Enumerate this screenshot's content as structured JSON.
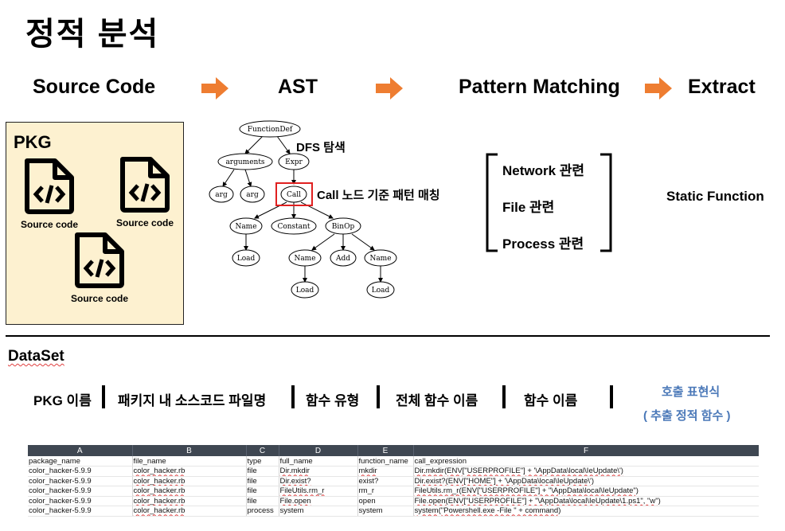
{
  "title": "정적 분석",
  "pipeline": {
    "steps": [
      "Source Code",
      "AST",
      "Pattern Matching",
      "Extract"
    ]
  },
  "pkg": {
    "title": "PKG",
    "files": [
      "Source code",
      "Source code",
      "Source code"
    ]
  },
  "ast": {
    "nodes": {
      "functiondef": "FunctionDef",
      "arguments": "arguments",
      "expr": "Expr",
      "arg1": "arg",
      "arg2": "arg",
      "call": "Call",
      "name1": "Name",
      "constant": "Constant",
      "binop": "BinOp",
      "load1": "Load",
      "name2": "Name",
      "add": "Add",
      "name3": "Name",
      "load2": "Load",
      "load3": "Load"
    },
    "dfs_label": "DFS 탐색",
    "call_label": "Call 노드 기준 패턴 매칭"
  },
  "pattern": {
    "items": [
      "Network 관련",
      "File 관련",
      "Process 관련"
    ]
  },
  "extract": {
    "label": "Static Function"
  },
  "dataset": {
    "title": "DataSet",
    "columns": [
      "PKG 이름",
      "패키지 내 소스코드 파일명",
      "함수 유형",
      "전체 함수 이름",
      "함수 이름"
    ],
    "call_expr_label_1": "호출 표현식",
    "call_expr_label_2": "( 추출 정적 함수 )"
  },
  "sheet": {
    "col_letters": [
      "A",
      "B",
      "C",
      "D",
      "E",
      "F"
    ],
    "rows": [
      [
        "package_name",
        "file_name",
        "type",
        "full_name",
        "function_name",
        "call_expression"
      ],
      [
        "color_hacker-5.9.9",
        "color_hacker.rb",
        "file",
        "Dir.mkdir",
        "mkdir",
        "Dir.mkdir(ENV[\"USERPROFILE\"] + '\\AppData\\local\\IeUpdate\\')"
      ],
      [
        "color_hacker-5.9.9",
        "color_hacker.rb",
        "file",
        "Dir.exist?",
        "exist?",
        "Dir.exist?(ENV[\"HOME\"] + '\\AppData\\local\\IeUpdate\\')"
      ],
      [
        "color_hacker-5.9.9",
        "color_hacker.rb",
        "file",
        "FileUtils.rm_r",
        "rm_r",
        "FileUtils.rm_r(ENV[\"USERPROFILE\"] + \"\\AppData\\local\\IeUpdate\")"
      ],
      [
        "color_hacker-5.9.9",
        "color_hacker.rb",
        "file",
        "File.open",
        "open",
        "File.open(ENV[\"USERPROFILE\"] + \"\\AppData\\local\\IeUpdate\\1.ps1\", \"w\")"
      ],
      [
        "color_hacker-5.9.9",
        "color_hacker.rb",
        "process",
        "system",
        "system",
        "system(\"Powershell.exe -File \" +  command)"
      ]
    ]
  },
  "colors": {
    "arrow": "#ee7d31",
    "pkg_bg": "#fdf1d0",
    "highlight": "#e02020",
    "accent_blue": "#4a78b8",
    "sheet_header": "#3f4752"
  }
}
